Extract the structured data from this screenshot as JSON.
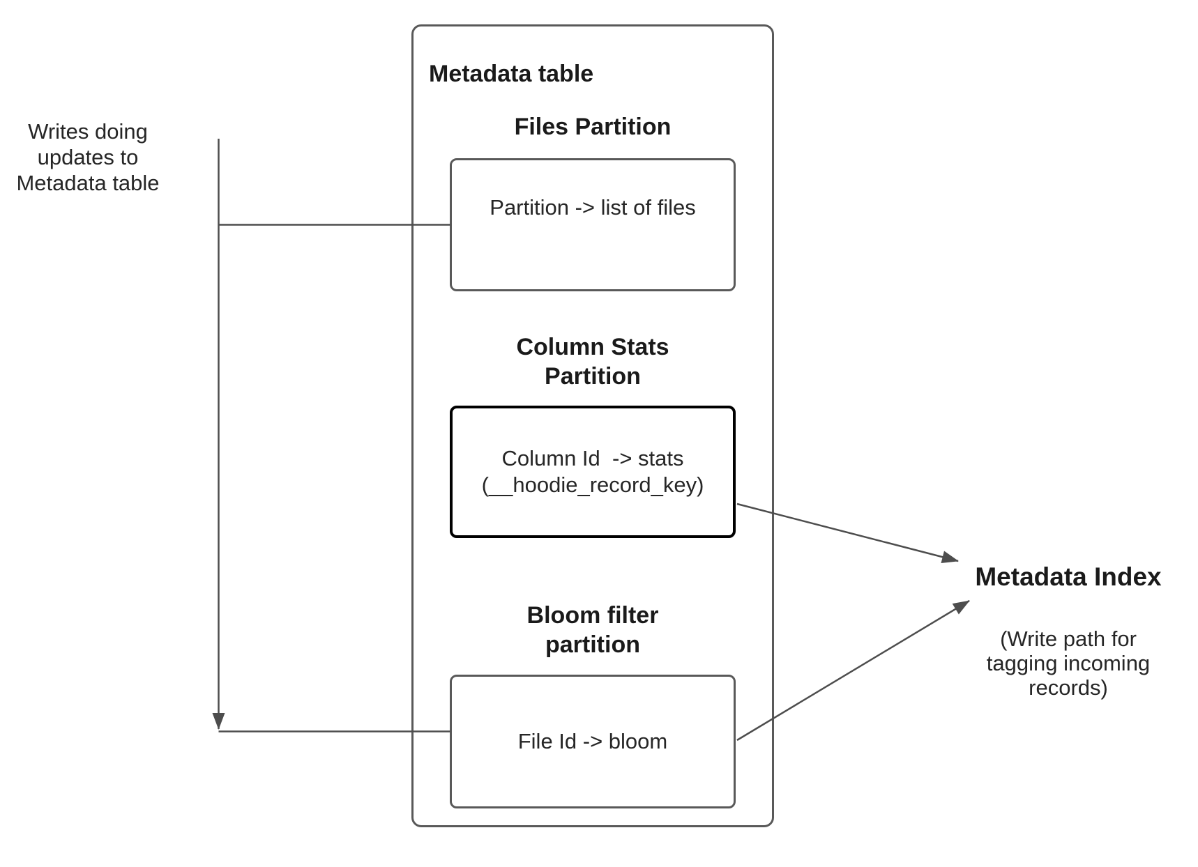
{
  "diagram": {
    "left_note": "Writes doing\nupdates to\nMetadata table",
    "metadata_table": {
      "title": "Metadata table",
      "partitions": [
        {
          "heading": "Files Partition",
          "body": "Partition -> list of files"
        },
        {
          "heading": "Column Stats\nPartition",
          "body": "Column Id  -> stats\n(__hoodie_record_key)"
        },
        {
          "heading": "Bloom filter\npartition",
          "body": "File Id -> bloom"
        }
      ]
    },
    "metadata_index": {
      "title": "Metadata Index",
      "caption": "(Write path for\ntagging incoming\nrecords)"
    },
    "colors": {
      "box_border": "#595959",
      "stats_border": "#000000",
      "connector": "#4d4d4d",
      "text": "#262626",
      "heading_text": "#1a1a1a"
    }
  }
}
